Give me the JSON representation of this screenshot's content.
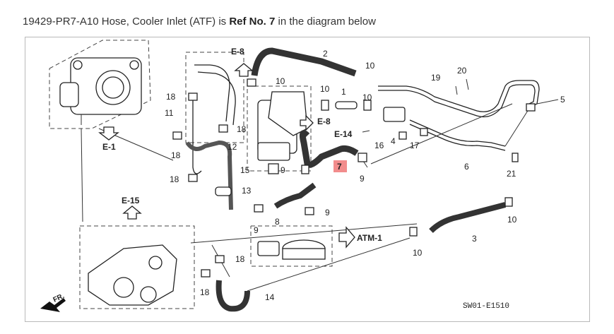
{
  "caption": {
    "part_number": "19429-PR7-A10 Hose, Cooler Inlet (ATF) is",
    "ref_bold": "Ref No. 7",
    "suffix": "in the diagram below"
  },
  "diagram": {
    "labels": [
      "2",
      "10",
      "10",
      "1",
      "10",
      "19",
      "20",
      "5",
      "10",
      "18",
      "11",
      "18",
      "E-8",
      "E-14",
      "16",
      "4",
      "17",
      "6",
      "21",
      "12",
      "18",
      "15",
      "9",
      "7",
      "9",
      "18",
      "13",
      "E-15",
      "9",
      "8",
      "9",
      "ATM-1",
      "3",
      "10",
      "10",
      "18",
      "18",
      "14",
      "E-1",
      "E-8"
    ],
    "highlight_label": "7",
    "highlight_color": "#f28c8c",
    "code": "SW01-E1510",
    "fr_label": "FR."
  }
}
